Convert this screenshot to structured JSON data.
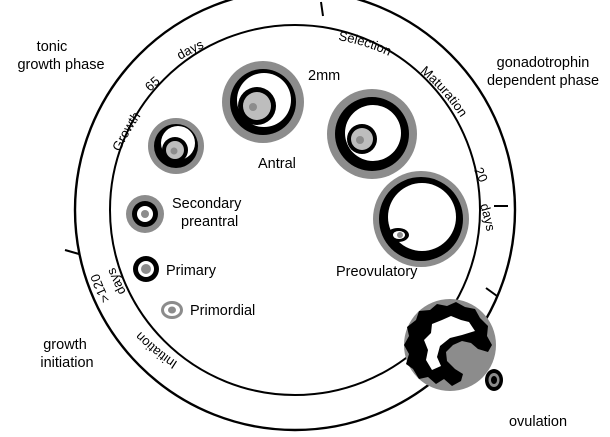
{
  "outer_labels": {
    "tonic": [
      "tonic",
      "growth phase"
    ],
    "gonadotrophin": [
      "gonadotrophin",
      "dependent phase"
    ],
    "growth_initiation": [
      "growth",
      "initiation"
    ],
    "ovulation": "ovulation"
  },
  "ring_labels": {
    "growth": "Growth",
    "sixty_five": "65",
    "days_top": "days",
    "selection": "Selection",
    "maturation": "Maturation",
    "twenty": "20",
    "days_right": "days",
    "gt120": ">120",
    "days_left": "days",
    "initiation": "Initiation"
  },
  "stage_labels": {
    "two_mm": "2mm",
    "antral": "Antral",
    "secondary": "Secondary",
    "preantral": "preantral",
    "primary": "Primary",
    "primordial": "Primordial",
    "preovulatory": "Preovulatory"
  },
  "colors": {
    "black": "#000000",
    "gray": "#8c8c8c",
    "light_gray": "#bdbdbd",
    "white": "#ffffff"
  }
}
